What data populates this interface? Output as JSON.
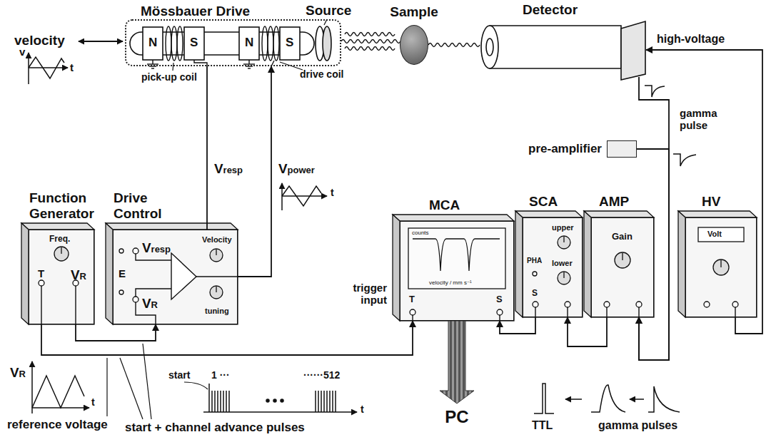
{
  "diagram": {
    "nodes": [
      {
        "text": [
          "Mössbauer Drive"
        ]
      },
      {
        "text": [
          "Sample"
        ]
      },
      {
        "text": [
          "Detector"
        ]
      },
      {
        "text": [
          "pre-amplifier"
        ]
      },
      {
        "text": [
          "Function Generator",
          "Freq.",
          "T",
          "VR"
        ]
      },
      {
        "text": [
          "Drive Control",
          "E",
          "Vresp",
          "VR",
          "Velocity",
          "tuning"
        ]
      },
      {
        "text": [
          "MCA",
          "counts",
          "velocity / mm s⁻¹",
          "T",
          "S"
        ]
      },
      {
        "text": [
          "SCA",
          "PHA",
          "upper",
          "lower",
          "S"
        ]
      },
      {
        "text": [
          "AMP",
          "Gain"
        ]
      },
      {
        "text": [
          "HV",
          "Volt"
        ]
      },
      {
        "text": [
          "PC"
        ]
      }
    ],
    "edges": [
      {
        "from": 0,
        "to": 1,
        "arrow": "none"
      },
      {
        "from": 1,
        "to": 2,
        "arrow": "none"
      },
      {
        "from": 0,
        "to": 5,
        "label": "Vresp",
        "arrow": "none"
      },
      {
        "from": 5,
        "to": 0,
        "label": "Vpower",
        "arrow": "to"
      },
      {
        "from": 4,
        "to": 5,
        "arrow": "to"
      },
      {
        "from": 4,
        "to": 6,
        "arrow": "to"
      },
      {
        "from": 9,
        "to": 2,
        "label": "high-voltage",
        "arrow": "to"
      },
      {
        "from": 2,
        "to": 8,
        "label": "gamma pulse",
        "arrow": "to"
      },
      {
        "from": 3,
        "to": 8,
        "arrow": "to"
      },
      {
        "from": 8,
        "to": 7,
        "arrow": "to"
      },
      {
        "from": 7,
        "to": 6,
        "arrow": "to"
      },
      {
        "from": 6,
        "to": 10,
        "arrow": "to"
      }
    ],
    "labels": [
      "velocity",
      "v",
      "t",
      "N",
      "S",
      "N",
      "S",
      "Source",
      "pick-up coil",
      "drive coil",
      "t",
      "trigger input",
      "VR",
      "t",
      "reference voltage",
      "start + channel advance pulses",
      "start",
      "1 ···",
      "······512",
      "t",
      "TTL",
      "gamma pulses"
    ]
  }
}
